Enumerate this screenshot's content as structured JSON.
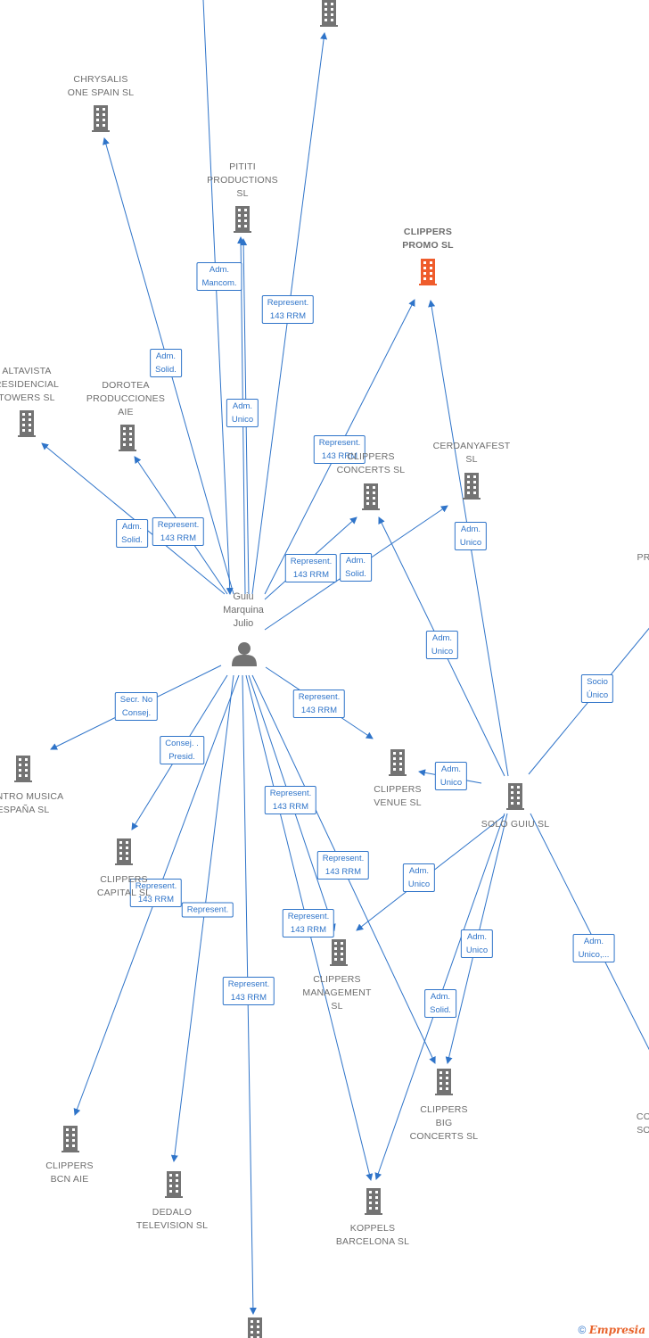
{
  "colors": {
    "line": "#2f74c9",
    "node": "#737373",
    "highlight": "#ef5c2c",
    "text": "#6d6d6d"
  },
  "person": {
    "name": "Guiu\nMarquina\nJulio",
    "icon": "person-icon"
  },
  "companies": [
    {
      "id": "top",
      "label": ""
    },
    {
      "id": "chrysalis",
      "label": "CHRYSALIS\nONE SPAIN  SL"
    },
    {
      "id": "pititi",
      "label": "PITITI\nPRODUCTIONS\nSL"
    },
    {
      "id": "clippers_promo",
      "label": "CLIPPERS\nPROMO  SL"
    },
    {
      "id": "altavista",
      "label": "ALTAVISTA\nRESIDENCIAL\nTOWERS  SL"
    },
    {
      "id": "dorotea",
      "label": "DOROTEA\nPRODUCCIONES\nAIE"
    },
    {
      "id": "clippers_concerts",
      "label": "CLIPPERS\nCONCERTS  SL"
    },
    {
      "id": "cerdanyafest",
      "label": "CERDANYAFEST\nSL"
    },
    {
      "id": "right_pr",
      "label": "PR"
    },
    {
      "id": "centro_musica",
      "label": "CENTRO MUSICA\nESPAÑA SL"
    },
    {
      "id": "clippers_venue",
      "label": "CLIPPERS\nVENUE  SL"
    },
    {
      "id": "solo_guiu",
      "label": "SOLO GUIU SL"
    },
    {
      "id": "clippers_capital",
      "label": "CLIPPERS\nCAPITAL  SL"
    },
    {
      "id": "clippers_mgmt",
      "label": "CLIPPERS\nMANAGEMENT\nSL"
    },
    {
      "id": "clippers_big",
      "label": "CLIPPERS\nBIG\nCONCERTS  SL"
    },
    {
      "id": "right_co",
      "label": "CO\nSO"
    },
    {
      "id": "clippers_bcn",
      "label": "CLIPPERS\nBCN  AIE"
    },
    {
      "id": "dedalo",
      "label": "DEDALO\nTELEVISION SL"
    },
    {
      "id": "koppels",
      "label": "KOPPELS\nBARCELONA  SL"
    },
    {
      "id": "bottom",
      "label": ""
    }
  ],
  "relations": [
    {
      "id": "e_top",
      "label": ""
    },
    {
      "id": "e_mancom",
      "label": "Adm.\nMancom."
    },
    {
      "id": "e_rep_top",
      "label": "Represent.\n143 RRM"
    },
    {
      "id": "e_solid_chrys",
      "label": "Adm.\nSolid."
    },
    {
      "id": "e_unico_pititi",
      "label": "Adm.\nUnico"
    },
    {
      "id": "e_rep_promo",
      "label": "Represent.\n143 RRM"
    },
    {
      "id": "e_solid_alta",
      "label": "Adm.\nSolid."
    },
    {
      "id": "e_rep_dorotea",
      "label": "Represent.\n143 RRM"
    },
    {
      "id": "e_rep_concerts",
      "label": "Represent.\n143 RRM"
    },
    {
      "id": "e_solid_cerd",
      "label": "Adm.\nSolid."
    },
    {
      "id": "e_unico_cerd_promo",
      "label": "Adm.\nUnico"
    },
    {
      "id": "e_unico_sg_concerts",
      "label": "Adm.\nUnico"
    },
    {
      "id": "e_socio",
      "label": "Socio\nÚnico"
    },
    {
      "id": "e_secr",
      "label": "Secr.  No\nConsej."
    },
    {
      "id": "e_rep_venue",
      "label": "Represent.\n143 RRM"
    },
    {
      "id": "e_consej",
      "label": "Consej. .\nPresid."
    },
    {
      "id": "e_unico_sg_venue",
      "label": "Adm.\nUnico"
    },
    {
      "id": "e_rep_koppels1",
      "label": "Represent.\n143 RRM"
    },
    {
      "id": "e_rep_big",
      "label": "Represent.\n143 RRM"
    },
    {
      "id": "e_unico_sg_mgmt",
      "label": "Adm.\nUnico"
    },
    {
      "id": "e_rep_bcn",
      "label": "Represent.\n143 RRM"
    },
    {
      "id": "e_rep_dedalo",
      "label": "Represent."
    },
    {
      "id": "e_rep_mgmt",
      "label": "Represent.\n143 RRM"
    },
    {
      "id": "e_unico_sg_big",
      "label": "Adm.\nUnico"
    },
    {
      "id": "e_unico_sg_co",
      "label": "Adm.\nUnico,..."
    },
    {
      "id": "e_rep_bottom",
      "label": "Represent.\n143 RRM"
    },
    {
      "id": "e_solid_sg_koppels",
      "label": "Adm.\nSolid."
    }
  ],
  "credit": {
    "copyright": "©",
    "brand": "Empresia"
  }
}
